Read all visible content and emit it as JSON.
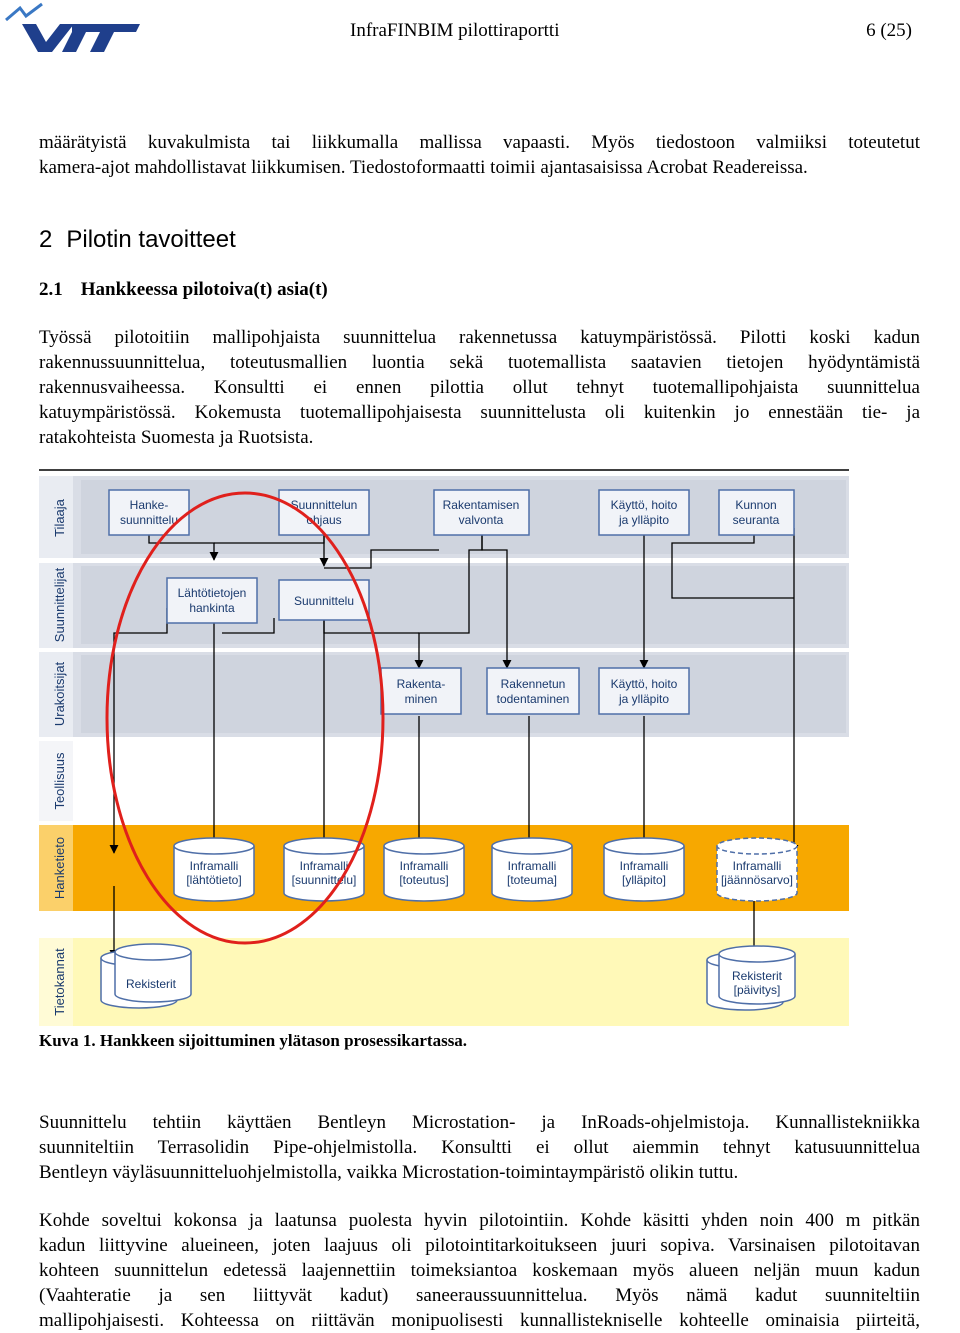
{
  "header": {
    "logo_text": "VTT",
    "title": "InfraFINBIM pilottiraportti",
    "page": "6 (25)"
  },
  "intro": {
    "lines": [
      "määrätyistä kuvakulmista tai liikkumalla mallissa vapaasti. Myös tiedostoon valmiiksi toteutetut",
      "kamera-ajot mahdollistavat liikkumisen. Tiedostoformaatti toimii ajantasaisissa Acrobat Readereissa."
    ]
  },
  "section": {
    "number": "2",
    "title": "Pilotin tavoitteet"
  },
  "subsection": {
    "number": "2.1",
    "title": "Hankkeessa pilotoiva(t) asia(t)"
  },
  "para1": {
    "lines": [
      "Työssä pilotoitiin mallipohjaista suunnittelua rakennetussa katuympäristössä. Pilotti koski kadun",
      "rakennussuunnittelua, toteutusmallien luontia sekä tuotemallista saatavien tietojen hyödyntämistä",
      "rakennusvaiheessa. Konsultti ei ennen pilottia ollut tehnyt tuotemallipohjaista suunnittelua",
      "katuympäristössä. Kokemusta tuotemallipohjaisesta suunnittelusta oli kuitenkin jo ennestään tie- ja",
      "ratakohteista Suomesta ja Ruotsista."
    ]
  },
  "figure": {
    "lanes": [
      "Tilaaja",
      "Suunnittelijat",
      "Urakoitsijat",
      "Teollisuus",
      "Hanketieto",
      "Tietokannat"
    ],
    "boxes": {
      "hanke": [
        "Hanke-",
        "suunnittelu"
      ],
      "ohjaus": [
        "Suunnittelun",
        "ohjaus"
      ],
      "valvonta": [
        "Rakentamisen",
        "valvonta"
      ],
      "kaytto1": [
        "Käyttö, hoito",
        "ja ylläpito"
      ],
      "kunnon": [
        "Kunnon",
        "seuranta"
      ],
      "lahto": [
        "Lähtötietojen",
        "hankinta"
      ],
      "suunnittelu": [
        "Suunnittelu"
      ],
      "rakentaminen": [
        "Rakenta-",
        "minen"
      ],
      "todentaminen": [
        "Rakennetun",
        "todentaminen"
      ],
      "kaytto2": [
        "Käyttö, hoito",
        "ja ylläpito"
      ]
    },
    "cylinders": [
      [
        "Inframalli",
        "[lähtötieto]"
      ],
      [
        "Inframalli",
        "[suunnittelu]"
      ],
      [
        "Inframalli",
        "[toteutus]"
      ],
      [
        "Inframalli",
        "[toteuma]"
      ],
      [
        "Inframalli",
        "[ylläpito]"
      ],
      [
        "Inframalli",
        "[jäännösarvo]"
      ]
    ],
    "registers_left": [
      "Rekisterit"
    ],
    "registers_right": [
      "Rekisterit",
      "[päivitys]"
    ]
  },
  "caption": "Kuva 1. Hankkeen sijoittuminen ylätason prosessikartassa.",
  "para2": {
    "lines": [
      "Suunnittelu tehtiin käyttäen Bentleyn Microstation- ja InRoads-ohjelmistoja. Kunnallistekniikka",
      "suunniteltiin Terrasolidin Pipe-ohjelmistolla. Konsultti ei ollut aiemmin tehnyt katusuunnittelua",
      "Bentleyn väyläsuunnitteluohjelmistolla, vaikka Microstation-toimintaympäristö olikin tuttu."
    ]
  },
  "para3": {
    "lines": [
      "Kohde soveltui kokonsa ja laatunsa puolesta hyvin pilotointiin. Kohde käsitti yhden noin 400 m pitkän",
      "kadun liittyvine alueineen, joten laajuus oli pilotointitarkoitukseen juuri sopiva. Varsinaisen pilotoitavan",
      "kohteen suunnittelun edetessä laajennettiin toimeksiantoa koskemaan myös alueen neljän muun kadun",
      "(Vaahteratie ja sen liittyvät kadut) saneeraussuunnittelua. Myös nämä kadut suunniteltiin",
      "mallipohjaisesti. Kohteessa on riittävän monipuolisesti kunnallistekniselle kohteelle ominaisia piirteitä,"
    ]
  }
}
